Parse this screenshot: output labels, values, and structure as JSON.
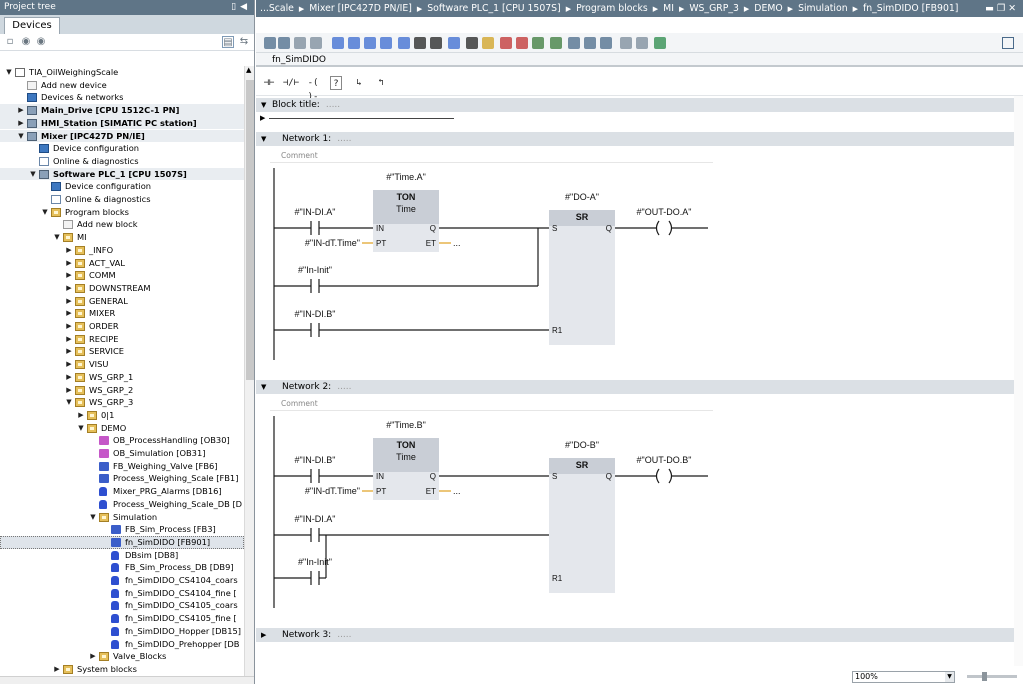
{
  "project_tree": {
    "title": "Project tree",
    "tab": "Devices",
    "items": [
      {
        "label": "TIA_OilWeighingScale",
        "icon": "project-icon",
        "arrow": "down",
        "bold": false
      },
      {
        "label": "Add new device",
        "icon": "add-device-icon",
        "arrow": "",
        "bold": false
      },
      {
        "label": "Devices & networks",
        "icon": "network-icon",
        "arrow": "",
        "bold": false
      },
      {
        "label": "Main_Drive [CPU 1512C-1 PN]",
        "icon": "plc-icon",
        "arrow": "right",
        "bold": true
      },
      {
        "label": "HMI_Station [SIMATIC PC station]",
        "icon": "pc-station-icon",
        "arrow": "right",
        "bold": true
      },
      {
        "label": "Mixer [IPC427D PN/IE]",
        "icon": "ipc-icon",
        "arrow": "down",
        "bold": true
      },
      {
        "label": "Device configuration",
        "icon": "device-config-icon",
        "arrow": "",
        "bold": false
      },
      {
        "label": "Online & diagnostics",
        "icon": "diagnostics-icon",
        "arrow": "",
        "bold": false
      },
      {
        "label": "Software PLC_1 [CPU 1507S]",
        "icon": "software-plc-icon",
        "arrow": "down",
        "bold": true
      },
      {
        "label": "Device configuration",
        "icon": "device-config-icon",
        "arrow": "",
        "bold": false
      },
      {
        "label": "Online & diagnostics",
        "icon": "diagnostics-icon",
        "arrow": "",
        "bold": false
      },
      {
        "label": "Program blocks",
        "icon": "folder-icon",
        "arrow": "down",
        "bold": false
      },
      {
        "label": "Add new block",
        "icon": "add-block-icon",
        "arrow": "",
        "bold": false
      },
      {
        "label": "MI",
        "icon": "folder-icon",
        "arrow": "down",
        "bold": false
      },
      {
        "label": "_INFO",
        "icon": "folder-icon",
        "arrow": "right",
        "bold": false
      },
      {
        "label": "ACT_VAL",
        "icon": "folder-icon",
        "arrow": "right",
        "bold": false
      },
      {
        "label": "COMM",
        "icon": "folder-icon",
        "arrow": "right",
        "bold": false
      },
      {
        "label": "DOWNSTREAM",
        "icon": "folder-icon",
        "arrow": "right",
        "bold": false
      },
      {
        "label": "GENERAL",
        "icon": "folder-icon",
        "arrow": "right",
        "bold": false
      },
      {
        "label": "MIXER",
        "icon": "folder-icon",
        "arrow": "right",
        "bold": false
      },
      {
        "label": "ORDER",
        "icon": "folder-icon",
        "arrow": "right",
        "bold": false
      },
      {
        "label": "RECIPE",
        "icon": "folder-icon",
        "arrow": "right",
        "bold": false
      },
      {
        "label": "SERVICE",
        "icon": "folder-icon",
        "arrow": "right",
        "bold": false
      },
      {
        "label": "VISU",
        "icon": "folder-icon",
        "arrow": "right",
        "bold": false
      },
      {
        "label": "WS_GRP_1",
        "icon": "folder-icon",
        "arrow": "right",
        "bold": false
      },
      {
        "label": "WS_GRP_2",
        "icon": "folder-icon",
        "arrow": "right",
        "bold": false
      },
      {
        "label": "WS_GRP_3",
        "icon": "folder-icon",
        "arrow": "down",
        "bold": false
      },
      {
        "label": "0|1",
        "icon": "folder-icon",
        "arrow": "right",
        "bold": false
      },
      {
        "label": "DEMO",
        "icon": "folder-icon",
        "arrow": "down",
        "bold": false
      },
      {
        "label": "OB_ProcessHandling [OB30]",
        "icon": "ob-icon",
        "arrow": "",
        "bold": false
      },
      {
        "label": "OB_Simulation [OB31]",
        "icon": "ob-icon",
        "arrow": "",
        "bold": false
      },
      {
        "label": "FB_Weighing_Valve [FB6]",
        "icon": "fb-icon",
        "arrow": "",
        "bold": false
      },
      {
        "label": "Process_Weighing_Scale [FB1]",
        "icon": "fb-icon",
        "arrow": "",
        "bold": false
      },
      {
        "label": "Mixer_PRG_Alarms [DB16]",
        "icon": "db-icon",
        "arrow": "",
        "bold": false
      },
      {
        "label": "Process_Weighing_Scale_DB [D",
        "icon": "db-icon",
        "arrow": "",
        "bold": false
      },
      {
        "label": "Simulation",
        "icon": "folder-icon",
        "arrow": "down",
        "bold": false
      },
      {
        "label": "FB_Sim_Process [FB3]",
        "icon": "fb-icon",
        "arrow": "",
        "bold": false
      },
      {
        "label": "fn_SimDIDO [FB901]",
        "icon": "fb-icon",
        "arrow": "",
        "bold": false,
        "selected": true
      },
      {
        "label": "DBsim [DB8]",
        "icon": "db-icon",
        "arrow": "",
        "bold": false
      },
      {
        "label": "FB_Sim_Process_DB [DB9]",
        "icon": "db-icon",
        "arrow": "",
        "bold": false
      },
      {
        "label": "fn_SimDIDO_CS4104_coars",
        "icon": "db-icon",
        "arrow": "",
        "bold": false
      },
      {
        "label": "fn_SimDIDO_CS4104_fine [",
        "icon": "db-icon",
        "arrow": "",
        "bold": false
      },
      {
        "label": "fn_SimDIDO_CS4105_coars",
        "icon": "db-icon",
        "arrow": "",
        "bold": false
      },
      {
        "label": "fn_SimDIDO_CS4105_fine [",
        "icon": "db-icon",
        "arrow": "",
        "bold": false
      },
      {
        "label": "fn_SimDIDO_Hopper [DB15]",
        "icon": "db-icon",
        "arrow": "",
        "bold": false
      },
      {
        "label": "fn_SimDIDO_Prehopper [DB",
        "icon": "db-icon",
        "arrow": "",
        "bold": false
      },
      {
        "label": "Valve_Blocks",
        "icon": "folder-icon",
        "arrow": "right",
        "bold": false
      },
      {
        "label": "System blocks",
        "icon": "folder-icon",
        "arrow": "right",
        "bold": false
      }
    ]
  },
  "breadcrumb": [
    "...Scale",
    "Mixer [IPC427D PN/IE]",
    "Software PLC_1 [CPU 1507S]",
    "Program blocks",
    "MI",
    "WS_GRP_3",
    "DEMO",
    "Simulation",
    "fn_SimDIDO [FB901]"
  ],
  "block_name": "fn_SimDIDO",
  "block_title": {
    "label": "Block title:",
    "placeholder": "....."
  },
  "colors": {
    "accent": "#5f7587",
    "wire": "#1a1a1a",
    "highlight_wire": "#e0a020",
    "box_header": "#c9ced6",
    "box_body": "#e4e7ec"
  },
  "networks": [
    {
      "title": "Network 1:",
      "comment": "Comment",
      "timer": {
        "instance": "#\"Time.A\"",
        "type": "TON",
        "subtype": "Time",
        "pin_in": "IN",
        "pin_pt": "PT",
        "pin_q": "Q",
        "pin_et": "ET",
        "et_value": "..."
      },
      "contact_1": "#\"IN-DI.A\"",
      "pt_operand": "#\"IN-dT.Time\"",
      "contact_2": "#\"In-Init\"",
      "contact_3": "#\"IN-DI.B\"",
      "sr": {
        "instance": "#\"DO-A\"",
        "type": "SR",
        "pin_s": "S",
        "pin_r1": "R1",
        "pin_q": "Q"
      },
      "coil": "#\"OUT-DO.A\""
    },
    {
      "title": "Network 2:",
      "comment": "Comment",
      "timer": {
        "instance": "#\"Time.B\"",
        "type": "TON",
        "subtype": "Time",
        "pin_in": "IN",
        "pin_pt": "PT",
        "pin_q": "Q",
        "pin_et": "ET",
        "et_value": "..."
      },
      "contact_1": "#\"IN-DI.B\"",
      "pt_operand": "#\"IN-dT.Time\"",
      "contact_2": "#\"IN-DI.A\"",
      "contact_3": "#\"In-Init\"",
      "sr": {
        "instance": "#\"DO-B\"",
        "type": "SR",
        "pin_s": "S",
        "pin_r1": "R1",
        "pin_q": "Q"
      },
      "coil": "#\"OUT-DO.B\""
    },
    {
      "title": "Network 3:"
    }
  ],
  "zoom": "100%"
}
